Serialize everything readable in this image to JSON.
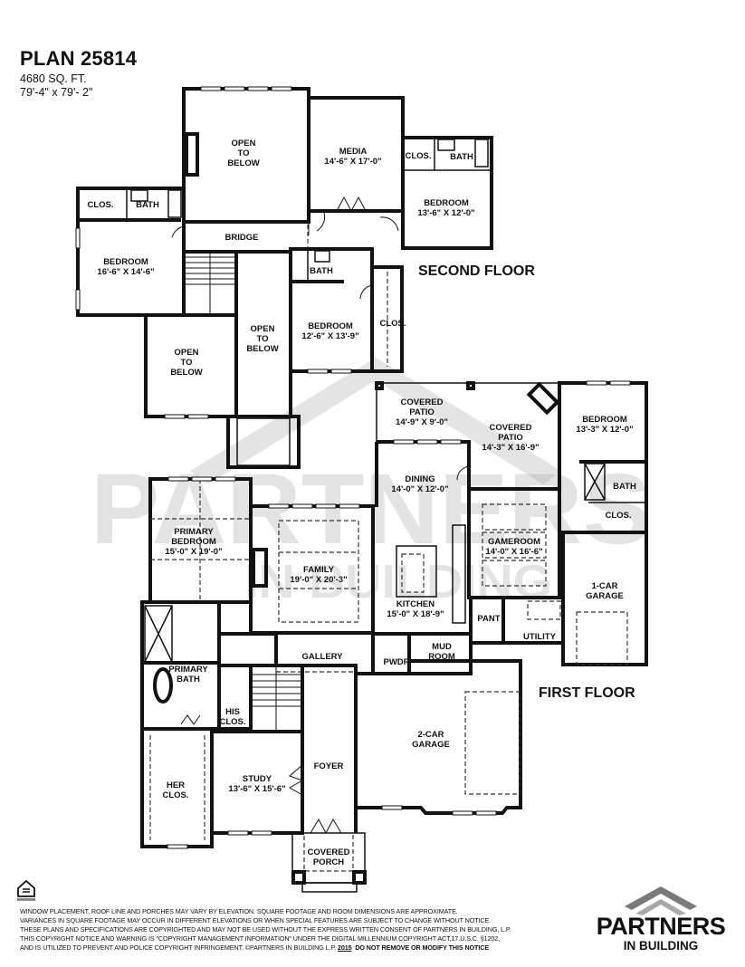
{
  "header": {
    "plan_title": "PLAN 25814",
    "square_footage": "4680 SQ. FT.",
    "dimensions": "79'-4\" x 79'- 2\""
  },
  "floors": {
    "second_floor_label": "SECOND FLOOR",
    "first_floor_label": "FIRST FLOOR"
  },
  "second_floor_rooms": [
    {
      "name": "OPEN",
      "line2": "TO",
      "line3": "BELOW",
      "id": "open-to-below-1"
    },
    {
      "name": "MEDIA",
      "dims": "14'-6\" X 17'-0\""
    },
    {
      "name": "CLOS."
    },
    {
      "name": "BATH"
    },
    {
      "name": "BEDROOM",
      "dims": "13'-6\" X 12'-0\""
    },
    {
      "name": "CLOS."
    },
    {
      "name": "BATH"
    },
    {
      "name": "BRIDGE"
    },
    {
      "name": "BEDROOM",
      "dims": "16'-6\" X 14'-6\""
    },
    {
      "name": "BATH"
    },
    {
      "name": "BEDROOM",
      "dims": "12'-6\" X 13'-9\""
    },
    {
      "name": "CLOS."
    },
    {
      "name": "OPEN",
      "line2": "TO",
      "line3": "BELOW",
      "id": "open-to-below-2"
    },
    {
      "name": "OPEN",
      "line2": "TO",
      "line3": "BELOW",
      "id": "open-to-below-3"
    }
  ],
  "first_floor_rooms": [
    {
      "name": "COVERED",
      "line2": "PATIO",
      "dims": "14'-9\" X 9'-0\""
    },
    {
      "name": "COVERED",
      "line2": "PATIO",
      "dims": "14'-3\" X 16'-9\""
    },
    {
      "name": "BEDROOM",
      "dims": "13'-3\" X 12'-0\""
    },
    {
      "name": "BATH"
    },
    {
      "name": "CLOS."
    },
    {
      "name": "DINING",
      "dims": "14'-0\" X 12'-0\""
    },
    {
      "name": "PRIMARY",
      "line2": "BEDROOM",
      "dims": "15'-0\" X 19'-0\""
    },
    {
      "name": "FAMILY",
      "dims": "19'-0\" X 20'-3\""
    },
    {
      "name": "GAMEROOM",
      "dims": "14'-0\" X 16'-6\""
    },
    {
      "name": "1-CAR",
      "line2": "GARAGE"
    },
    {
      "name": "KITCHEN",
      "dims": "15'-0\" X 18'-9\""
    },
    {
      "name": "PANT"
    },
    {
      "name": "UTILITY"
    },
    {
      "name": "MUD",
      "line2": "ROOM"
    },
    {
      "name": "PWDR"
    },
    {
      "name": "GALLERY"
    },
    {
      "name": "PRIMARY",
      "line2": "BATH"
    },
    {
      "name": "HIS",
      "line2": "CLOS."
    },
    {
      "name": "2-CAR",
      "line2": "GARAGE"
    },
    {
      "name": "FOYER"
    },
    {
      "name": "STUDY",
      "dims": "13'-6\" X 15'-6\""
    },
    {
      "name": "HER",
      "line2": "CLOS."
    },
    {
      "name": "COVERED",
      "line2": "PORCH"
    }
  ],
  "watermark": {
    "word1": "PARTNERS",
    "word2": "IN BUILDING"
  },
  "footer": {
    "line1": "WINDOW PLACEMENT, ROOF LINE AND PORCHES MAY VARY BY ELEVATION.  SQUARE FOOTAGE AND ROOM DIMENSIONS ARE APPROXIMATE.",
    "line2": "VARIANCES IN SQUARE FOOTAGE MAY OCCUR IN DIFFERENT ELEVATIONS OR  WHEN SPECIAL FEATURES ARE SUBJECT TO CHANGE WITHOUT NOTICE.",
    "line3": "THESE PLANS AND SPECIFICATIONS ARE COPYRIGHTED AND MAY NOT BE USED WITHOUT THE EXPRESS WRITTEN CONSENT OF PARTNERS IN BUILDING, L.P.",
    "line4": "THIS COPYRIGHT NOTICE AND WARNING IS \"COPYRIGHT MANAGEMENT INFORMATION\" UNDER THE DIGITAL MILLENNIUM COPYRIGHT ACT,17.U.S.C.  §1202,",
    "line5_prefix": "AND IS UTILIZED TO PREVENT AND POLICE COPYRIGHT INFRINGEMENT.  ©PARTNERS IN BUILDING L.P.   ",
    "year": "2015",
    "notice": "DO NOT REMOVE OR MODIFY THIS NOTICE"
  },
  "logo": {
    "name": "PARTNERS",
    "sub": "IN BUILDING"
  },
  "colors": {
    "ink": "#111111",
    "watermark": "#9e9e9e",
    "background": "#ffffff"
  }
}
